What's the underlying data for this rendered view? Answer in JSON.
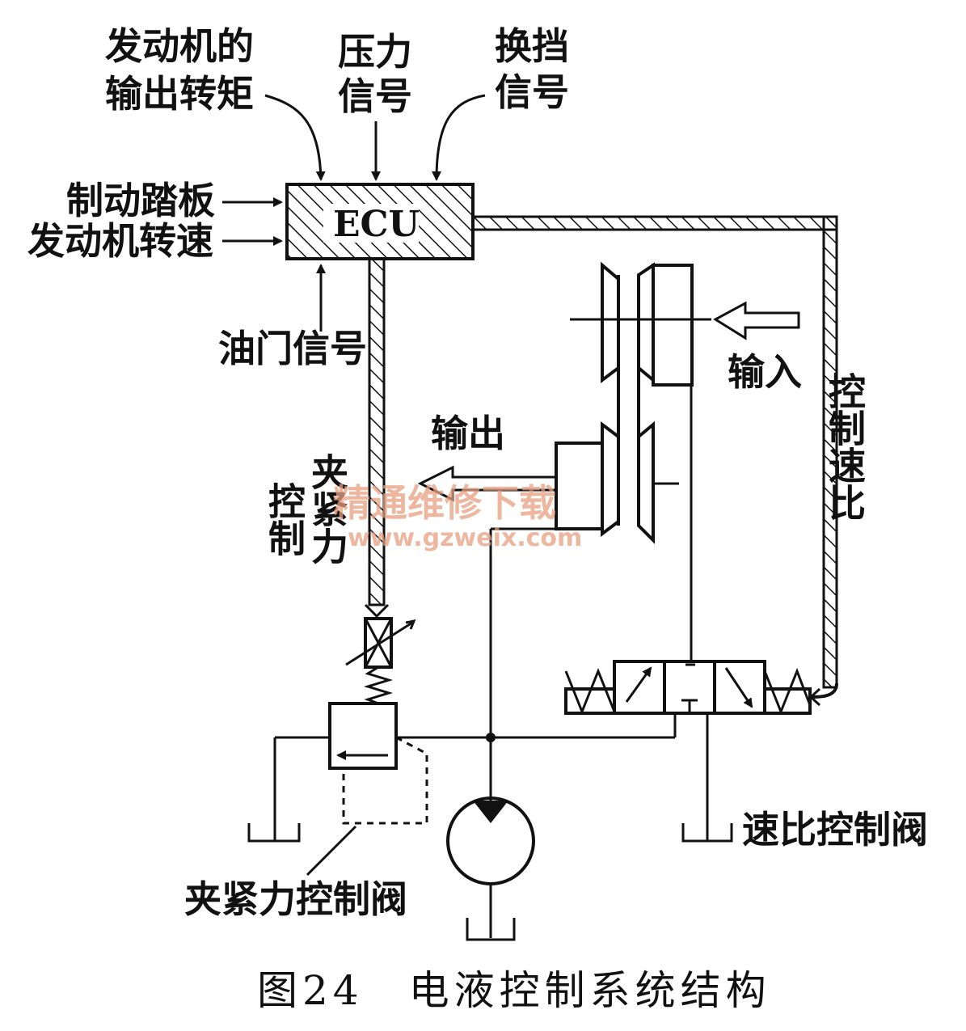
{
  "labels": {
    "engine_torque_line1": "发动机的",
    "engine_torque_line2": "输出转矩",
    "pressure_line1": "压力",
    "pressure_line2": "信号",
    "shift_line1": "换挡",
    "shift_line2": "信号",
    "brake_pedal": "制动踏板",
    "engine_speed": "发动机转速",
    "throttle_signal": "油门信号",
    "ecu": "ECU",
    "clamp_control_v1": "夹紧力",
    "clamp_control_v2": "控制",
    "output": "输出",
    "input": "输入",
    "ratio_control_v": "控制速比",
    "ratio_valve": "速比控制阀",
    "clamp_valve": "夹紧力控制阀"
  },
  "caption": "图24　电液控制系统结构",
  "watermark": {
    "cn": "精通维修下载",
    "url": "www.gzweix.com"
  },
  "colors": {
    "ink": "#111111",
    "watermark": "#e8a080"
  }
}
